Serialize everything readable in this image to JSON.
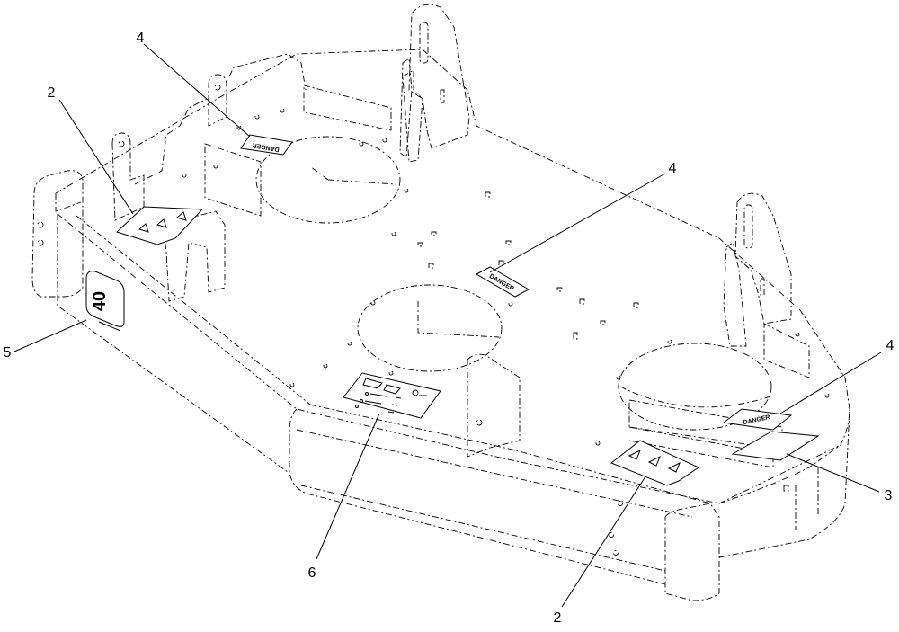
{
  "callouts": {
    "c1": "4",
    "c2": "2",
    "c3": "4",
    "c4": "4",
    "c5": "5",
    "c6": "3",
    "c7": "6",
    "c8": "2"
  },
  "decals": {
    "danger_label": "DANGER",
    "logo": "40"
  }
}
